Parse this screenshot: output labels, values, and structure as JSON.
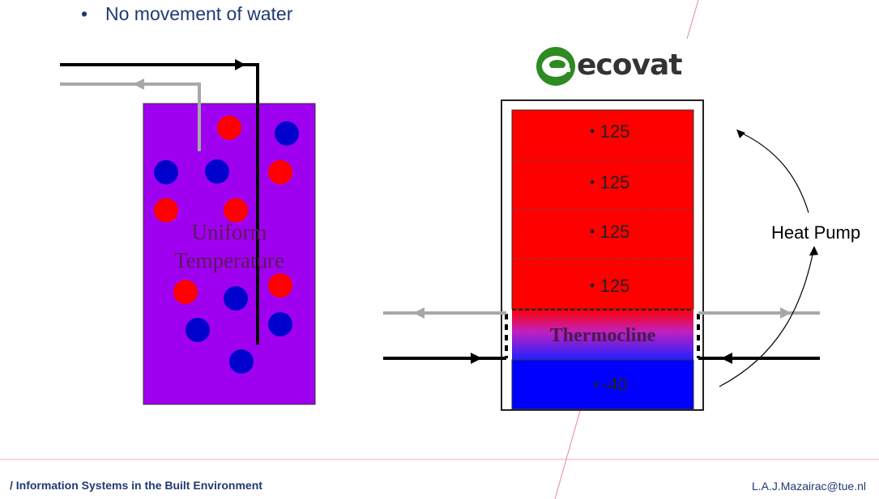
{
  "slide": {
    "bullet_symbol": "•",
    "bullet_text": "No movement of water"
  },
  "left_tank": {
    "label_line1": "Uniform",
    "label_line2": "Temperature",
    "fill_color": "#a000f0",
    "hot_color": "#ff0000",
    "cold_color": "#0000cc"
  },
  "logo": {
    "brand": "ecovat",
    "mark": "®",
    "brand_color": "#2e8b22"
  },
  "right_tank": {
    "layers": [
      "125",
      "125",
      "125",
      "125"
    ],
    "thermocline_label": "Thermocline",
    "bottom_layer": "-40",
    "hot_color": "#ff0000",
    "cold_color": "#0000ff"
  },
  "heat_pump": {
    "label": "Heat Pump"
  },
  "footer": {
    "left": "/ Information Systems in the Built Environment",
    "right": "L.A.J.Mazairac@tue.nl"
  }
}
